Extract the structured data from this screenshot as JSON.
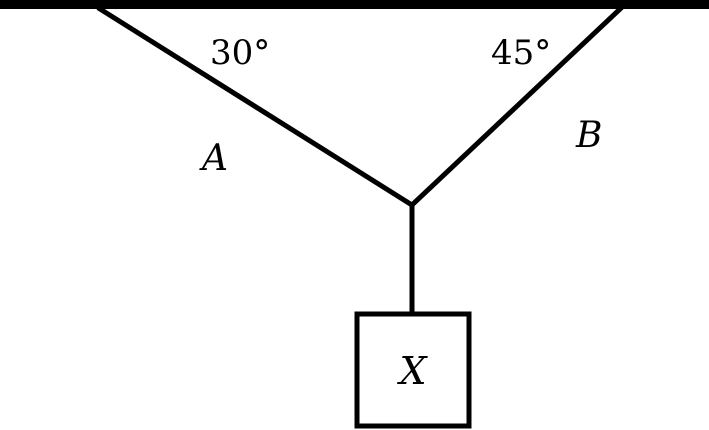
{
  "diagram": {
    "angle_left": "30°",
    "angle_right": "45°",
    "rope_left_label": "A",
    "rope_right_label": "B",
    "block_label": "X"
  }
}
